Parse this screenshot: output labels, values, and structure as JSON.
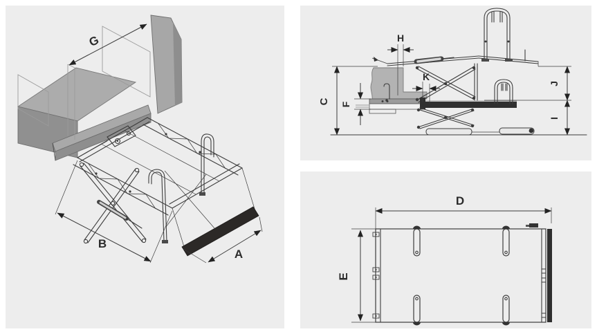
{
  "views": {
    "isometric": {
      "dim_g": "G",
      "dim_b": "B",
      "dim_a": "A"
    },
    "side": {
      "dim_h": "H",
      "dim_c": "C",
      "dim_f": "F",
      "dim_k": "K",
      "dim_j": "J",
      "dim_i": "I"
    },
    "plan": {
      "dim_d": "D",
      "dim_e": "E"
    }
  },
  "colors": {
    "page_bg": "#ffffff",
    "panel_bg": "#ededed",
    "line": "#3c3c3c",
    "ghost_line": "#9b9b9b",
    "fill_light": "#b3b3b3",
    "fill_mid": "#a7a7a7",
    "fill_dark": "#8e8e8e",
    "bumper": "#2c2927",
    "label": "#2b2b2b"
  }
}
